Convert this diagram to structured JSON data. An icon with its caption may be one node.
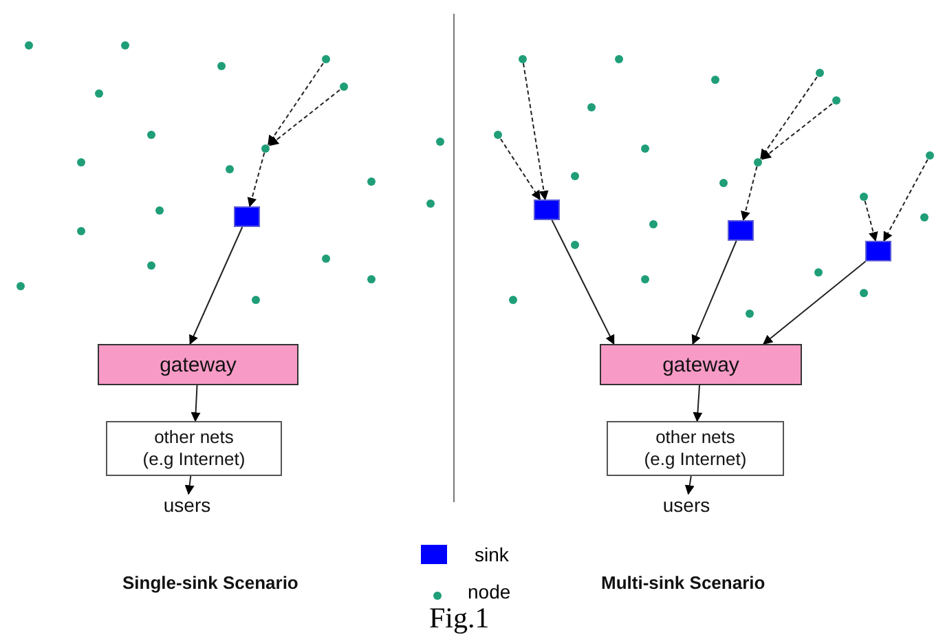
{
  "diagram": {
    "caption": "Fig.1",
    "nodes": [
      {
        "text": [],
        "shape": "circle"
      },
      {
        "text": [],
        "shape": "circle"
      },
      {
        "text": [],
        "shape": "circle"
      },
      {
        "text": [],
        "shape": "box"
      },
      {
        "text": [
          "gateway"
        ]
      },
      {
        "text": [
          "other nets (e.g Internet)"
        ]
      },
      {
        "text": [
          "users"
        ]
      },
      {
        "text": [],
        "shape": "circle"
      },
      {
        "text": [],
        "shape": "circle"
      },
      {
        "text": [],
        "shape": "circle"
      },
      {
        "text": [],
        "shape": "circle"
      },
      {
        "text": [],
        "shape": "circle"
      },
      {
        "text": [],
        "shape": "circle"
      },
      {
        "text": [],
        "shape": "circle"
      },
      {
        "text": [],
        "shape": "box"
      },
      {
        "text": [],
        "shape": "box"
      },
      {
        "text": [],
        "shape": "box"
      },
      {
        "text": [
          "gateway"
        ]
      },
      {
        "text": [
          "other nets (e.g Internet)"
        ]
      },
      {
        "text": [
          "users"
        ]
      }
    ],
    "edges": [
      {
        "from": 0,
        "to": 2,
        "arrow": "to",
        "style": "dashed"
      },
      {
        "from": 1,
        "to": 2,
        "arrow": "to",
        "style": "dashed"
      },
      {
        "from": 2,
        "to": 3,
        "arrow": "to",
        "style": "dashed"
      },
      {
        "from": 3,
        "to": 4,
        "arrow": "to"
      },
      {
        "from": 4,
        "to": 5,
        "arrow": "to"
      },
      {
        "from": 5,
        "to": 6,
        "arrow": "to"
      },
      {
        "from": 7,
        "to": 14,
        "arrow": "to",
        "style": "dashed"
      },
      {
        "from": 10,
        "to": 14,
        "arrow": "to",
        "style": "dashed"
      },
      {
        "from": 8,
        "to": 12,
        "arrow": "to",
        "style": "dashed"
      },
      {
        "from": 9,
        "to": 12,
        "arrow": "to",
        "style": "dashed"
      },
      {
        "from": 12,
        "to": 15,
        "arrow": "to",
        "style": "dashed"
      },
      {
        "from": 13,
        "to": 16,
        "arrow": "to",
        "style": "dashed"
      },
      {
        "from": 11,
        "to": 16,
        "arrow": "to",
        "style": "dashed"
      },
      {
        "from": 14,
        "to": 17,
        "arrow": "to"
      },
      {
        "from": 15,
        "to": 17,
        "arrow": "to"
      },
      {
        "from": 16,
        "to": 17,
        "arrow": "to"
      },
      {
        "from": 17,
        "to": 18,
        "arrow": "to"
      },
      {
        "from": 18,
        "to": 19,
        "arrow": "to"
      }
    ],
    "labels": [
      "Single-sink Scenario",
      "Multi-sink Scenario"
    ],
    "legend": [
      {
        "text": "sink",
        "color": "#0000ff"
      },
      {
        "text": "node",
        "color": "#1f9e78"
      }
    ]
  }
}
